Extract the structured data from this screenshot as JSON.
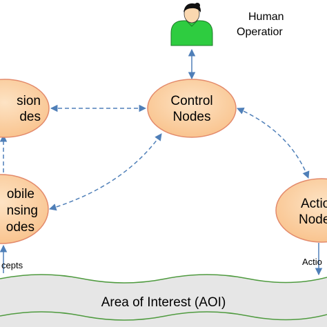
{
  "human_operator": {
    "line1": "Human",
    "line2": "Operatior"
  },
  "nodes": {
    "control": {
      "line1": "Control",
      "line2": "Nodes"
    },
    "fusion": {
      "line1": "sion",
      "line2": "des"
    },
    "mobile_sensing": {
      "line1": "obile",
      "line2": "nsing",
      "line3": "odes"
    },
    "action": {
      "line1": "Actio",
      "line2": "Node"
    }
  },
  "edge_labels": {
    "intercepts": "cepts",
    "actions": "Actio"
  },
  "area": {
    "label": "Area of Interest (AOI)"
  },
  "colors": {
    "node_fill": "#FBD3A6",
    "node_stroke": "#E38A6B",
    "arrow": "#4F7FB8",
    "person": "#2ECC40",
    "aoi_fill": "#E6E6E6",
    "aoi_stroke": "#4E9A3E"
  }
}
